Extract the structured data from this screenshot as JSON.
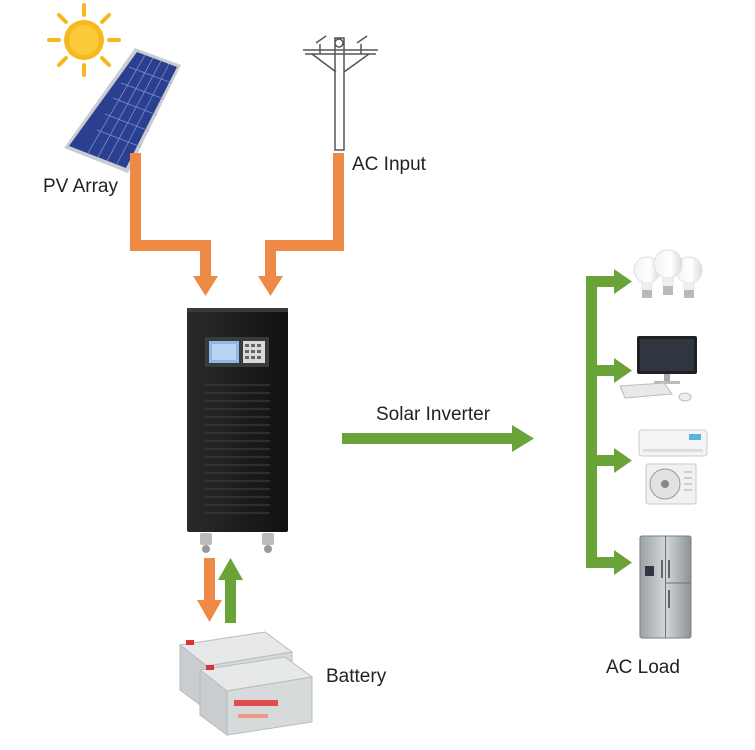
{
  "labels": {
    "pv_array": "PV Array",
    "ac_input": "AC Input",
    "solar_inverter": "Solar Inverter",
    "battery": "Battery",
    "ac_load": "AC Load"
  },
  "colors": {
    "orange_flow": "#ef8a46",
    "green_flow": "#6aa337",
    "sun": "#f7b81e",
    "panel": "#2a3f8f",
    "inverter_body": "#1c1c1c",
    "battery_case": "#d7dadb"
  },
  "icons": [
    "sun-icon",
    "solar-panel-icon",
    "utility-pole-icon",
    "inverter-icon",
    "battery-icon",
    "light-bulbs-icon",
    "computer-icon",
    "air-conditioner-icon",
    "refrigerator-icon"
  ]
}
